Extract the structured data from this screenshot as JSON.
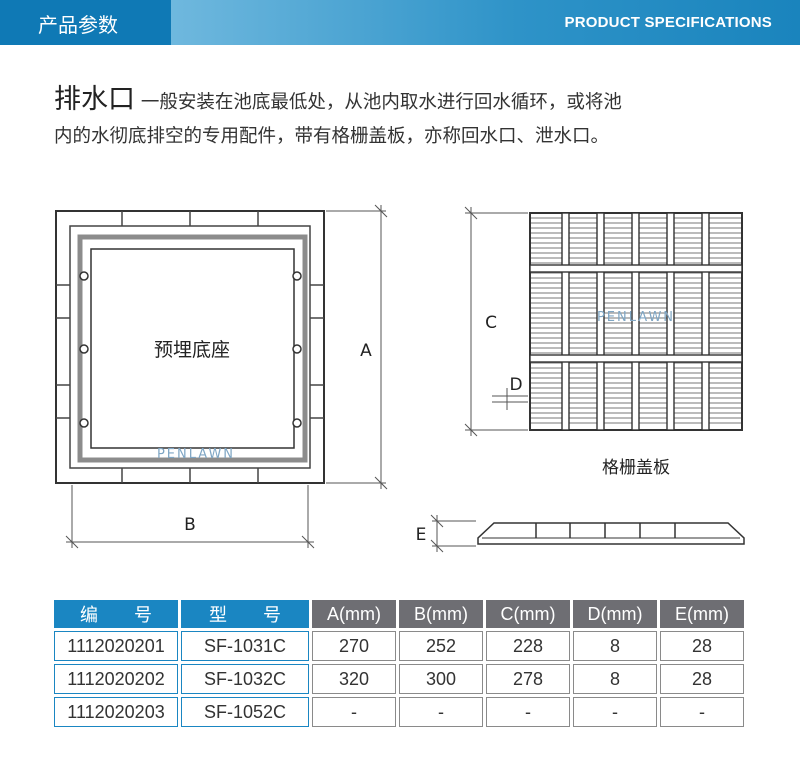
{
  "header": {
    "title": "产品参数",
    "subtitle": "PRODUCT SPECIFICATIONS"
  },
  "description": {
    "name": "排水口",
    "text": "一般安装在池底最低处，从池内取水进行回水循环，或将池内的水彻底排空的专用配件，带有格栅盖板，亦称回水口、泄水口。",
    "line1": "一般安装在池底最低处，从池内取水进行回水循环，或将池",
    "line2": "内的水彻底排空的专用配件，带有格栅盖板，亦称回水口、泄水口。"
  },
  "diagram": {
    "base_label": "预埋底座",
    "brand": "PENLAWN",
    "grate_label": "格栅盖板",
    "dim_a": "A",
    "dim_b": "B",
    "dim_c": "C",
    "dim_d": "D",
    "dim_e": "E"
  },
  "table": {
    "headers": [
      "编　　号",
      "型　　号",
      "A(mm)",
      "B(mm)",
      "C(mm)",
      "D(mm)",
      "E(mm)"
    ],
    "rows": [
      [
        "1112020201",
        "SF-1031C",
        "270",
        "252",
        "228",
        "8",
        "28"
      ],
      [
        "1112020202",
        "SF-1032C",
        "320",
        "300",
        "278",
        "8",
        "28"
      ],
      [
        "1112020203",
        "SF-1052C",
        "-",
        "-",
        "-",
        "-",
        "-"
      ]
    ]
  },
  "colors": {
    "header_blue": "#0f79b5",
    "table_header_blue": "#1a86c2",
    "table_header_gray": "#6e6e73"
  }
}
